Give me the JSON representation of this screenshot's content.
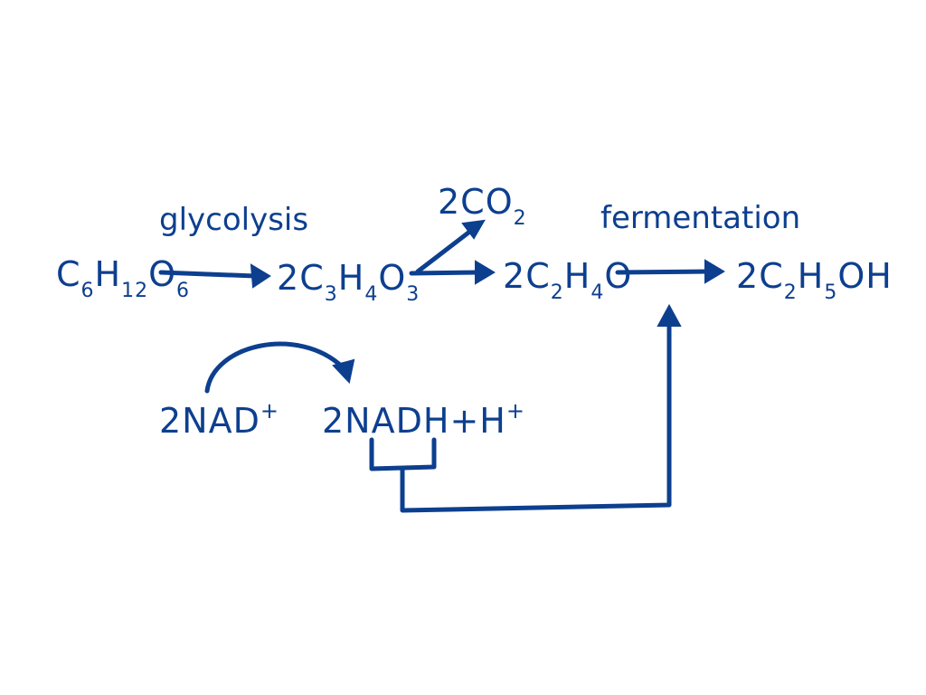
{
  "colors": {
    "ink": "#0d3f8f",
    "background": "#ffffff"
  },
  "labels": {
    "glucose": {
      "c": "C",
      "c_sub": "6",
      "h": "H",
      "h_sub": "12",
      "o": "O",
      "o_sub": "6"
    },
    "pyruvate": {
      "coef": "2",
      "c": "C",
      "c_sub": "3",
      "h": "H",
      "h_sub": "4",
      "o": "O",
      "o_sub": "3"
    },
    "co2": {
      "text": "2CO",
      "sub": "2"
    },
    "acetaldehyde": {
      "coef": "2",
      "c": "C",
      "c_sub": "2",
      "h": "H",
      "h_sub": "4",
      "o": "O"
    },
    "ethanol": {
      "coef": "2",
      "c": "C",
      "c_sub": "2",
      "h": "H",
      "h_sub": "5",
      "oh": "OH"
    },
    "nad": {
      "text": "2NAD",
      "sup": "+"
    },
    "nadh": {
      "text": "2NADH",
      "plus": "+",
      "h": "H",
      "sup": "+"
    }
  },
  "process_labels": {
    "glycolysis": "glycolysis",
    "fermentation": "fermentation"
  }
}
